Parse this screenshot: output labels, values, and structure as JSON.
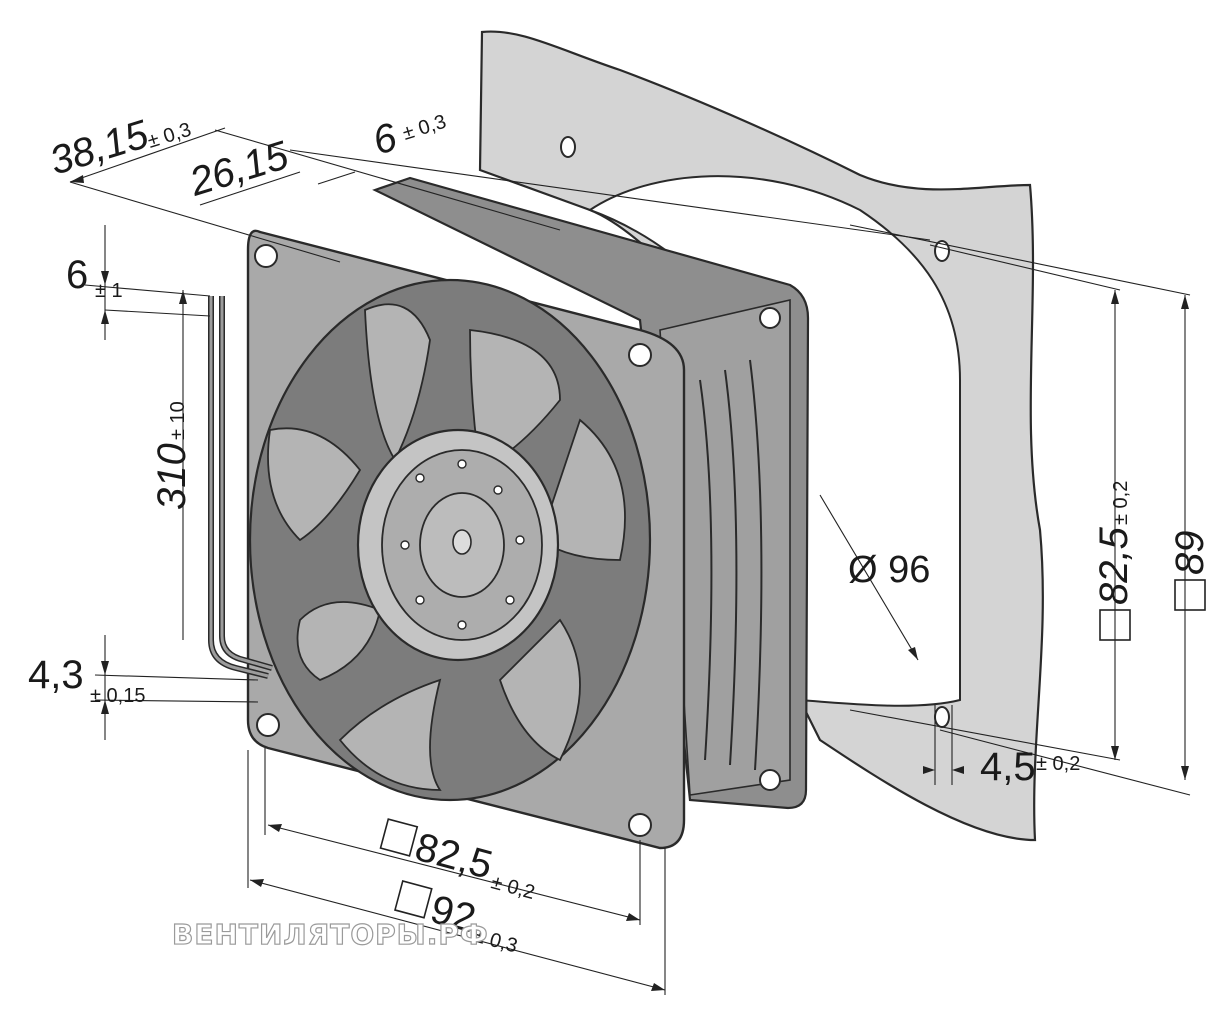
{
  "dimensions": {
    "depth_total": {
      "value": "38,15",
      "tol": "± 0,3"
    },
    "depth_body": {
      "value": "26,15"
    },
    "flange": {
      "value": "6",
      "tol": "± 0,3"
    },
    "wire_strip": {
      "value": "6",
      "tol": "± 1"
    },
    "lead_length": {
      "value": "310",
      "tol": "± 10"
    },
    "hole_dia": {
      "value": "4,3",
      "tol": "± 0,15"
    },
    "hole_spacing_bottom": {
      "value": "82,5",
      "tol": "± 0,2"
    },
    "frame_width": {
      "value": "92",
      "tol": "± 0,3"
    },
    "cutout_dia": {
      "value": "Ø 96"
    },
    "hole_spacing_right": {
      "value": "82,5",
      "tol": "± 0,2"
    },
    "panel_square": {
      "value": "89"
    },
    "panel_hole": {
      "value": "4,5",
      "tol": "± 0,2"
    }
  },
  "watermark": "ВЕНТИЛЯТОРЫ.РФ",
  "colors": {
    "frame": "#a9a9a9",
    "frame_dark": "#7c7c7c",
    "blade": "#b4b4b4",
    "panel": "#d4d4d4",
    "line": "#222222"
  }
}
